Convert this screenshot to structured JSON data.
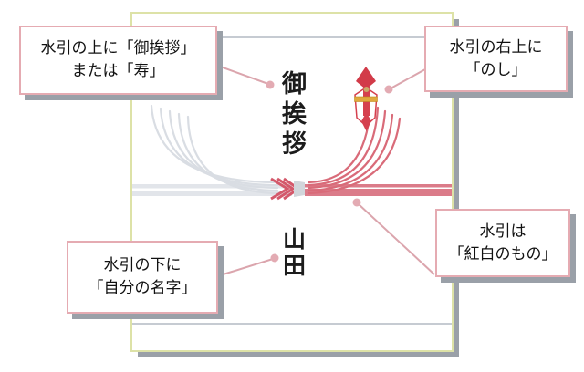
{
  "diagram": {
    "subject": "noshi gift-paper annotation diagram",
    "calligraphy": {
      "title": "御挨拶",
      "title_chars": [
        "御",
        "挨",
        "拶"
      ],
      "name": "山田",
      "name_chars": [
        "山",
        "田"
      ]
    },
    "callouts": {
      "top_left": {
        "line1": "水引の上に「御挨拶」",
        "line2": "または「寿」"
      },
      "top_right": {
        "line1": "水引の右上に",
        "line2": "「のし」"
      },
      "bottom_left": {
        "line1": "水引の下に",
        "line2": "「自分の名字」"
      },
      "bottom_right": {
        "line1": "水引は",
        "line2": "「紅白のもの」"
      }
    },
    "icons": {
      "noshi": "noshi-ornament-icon",
      "mizuhiki": "red-white-mizuhiki-cord"
    },
    "colors": {
      "mizuhiki_red": "#db7b89",
      "mizuhiki_red_dark": "#d4596b",
      "mizuhiki_white": "#e2e5ea",
      "paper_border": "#dde2a7",
      "fold_line": "#c6cbd2",
      "callout_border": "#e5abb2",
      "leader_pink": "#dba5ad",
      "leader_dot": "#e3abb3",
      "shadow_gray": "#9aa0a8",
      "noshi_red": "#d5404e",
      "noshi_gold": "#e0a93e",
      "abalone_tan": "#c9a967"
    }
  }
}
